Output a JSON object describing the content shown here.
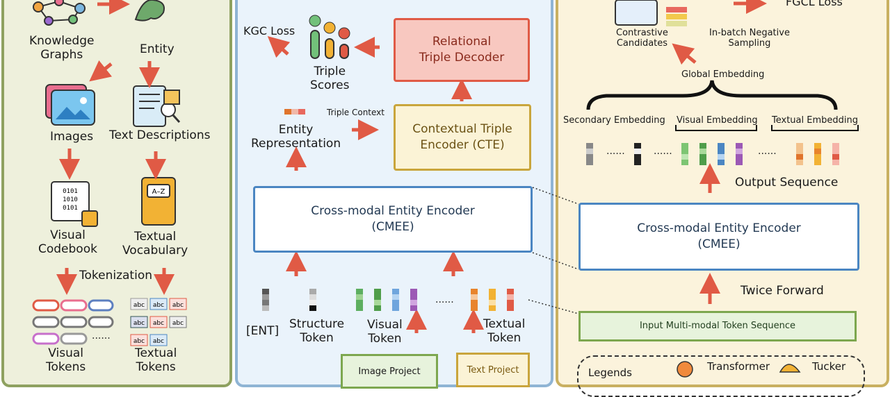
{
  "left": {
    "knowledge_graphs": "Knowledge\nGraphs",
    "entity": "Entity",
    "images": "Images",
    "text_descriptions": "Text Descriptions",
    "visual_codebook": "Visual\nCodebook",
    "textual_vocabulary": "Textual\nVocabulary",
    "tokenization": "Tokenization",
    "visual_tokens": "Visual\nTokens",
    "textual_tokens": "Textual\nTokens"
  },
  "middle": {
    "kgc_loss": "KGC Loss",
    "triple_scores": "Triple\nScores",
    "decoder": "Relational\nTriple Decoder",
    "triple_context": "Triple Context",
    "entity_representation": "Entity\nRepresentation",
    "cte": "Contextual Triple\nEncoder (CTE)",
    "cmee": "Cross-modal Entity Encoder\n(CMEE)",
    "ent_token": "[ENT]",
    "structure_token": "Structure\nToken",
    "visual_token": "Visual\nToken",
    "textual_token": "Textual\nToken",
    "image_project": "Image Project",
    "text_project": "Text Project"
  },
  "right": {
    "fgcl_loss": "FGCL Loss",
    "contrastive_candidates": "Contrastive\nCandidates",
    "negative_sampling": "In-batch Negative\nSampling",
    "global_embedding": "Global Embedding",
    "secondary_embedding": "Secondary Embedding",
    "visual_embedding": "Visual Embedding",
    "textual_embedding": "Textual Embedding",
    "output_sequence": "Output Sequence",
    "cmee": "Cross-modal Entity Encoder\n(CMEE)",
    "twice_forward": "Twice Forward",
    "input_sequence": "Input Multi-modal Token Sequence",
    "legends": "Legends",
    "legend_transformer": "Transformer",
    "legend_tucker": "Tucker"
  },
  "colors": {
    "tokenization_panel": "#eef0dc",
    "model_panel": "#eaf3fb",
    "pretraining_panel": "#fbf3dc",
    "arrow": "#e05a45",
    "encoder_border": "#4b86c2"
  }
}
